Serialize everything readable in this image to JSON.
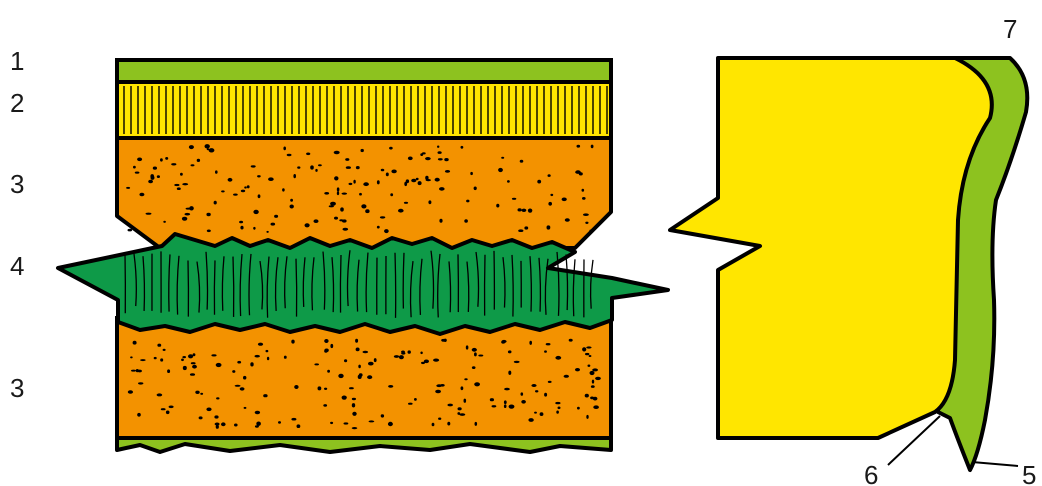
{
  "labels": {
    "l1": "1",
    "l2": "2",
    "l3a": "3",
    "l4": "4",
    "l3b": "3",
    "l5": "5",
    "l6": "6",
    "l7": "7"
  },
  "colors": {
    "green_light": "#8DC21F",
    "yellow": "#FFE600",
    "orange": "#F39200",
    "green_dark": "#0E9A48",
    "outline": "#000000"
  }
}
